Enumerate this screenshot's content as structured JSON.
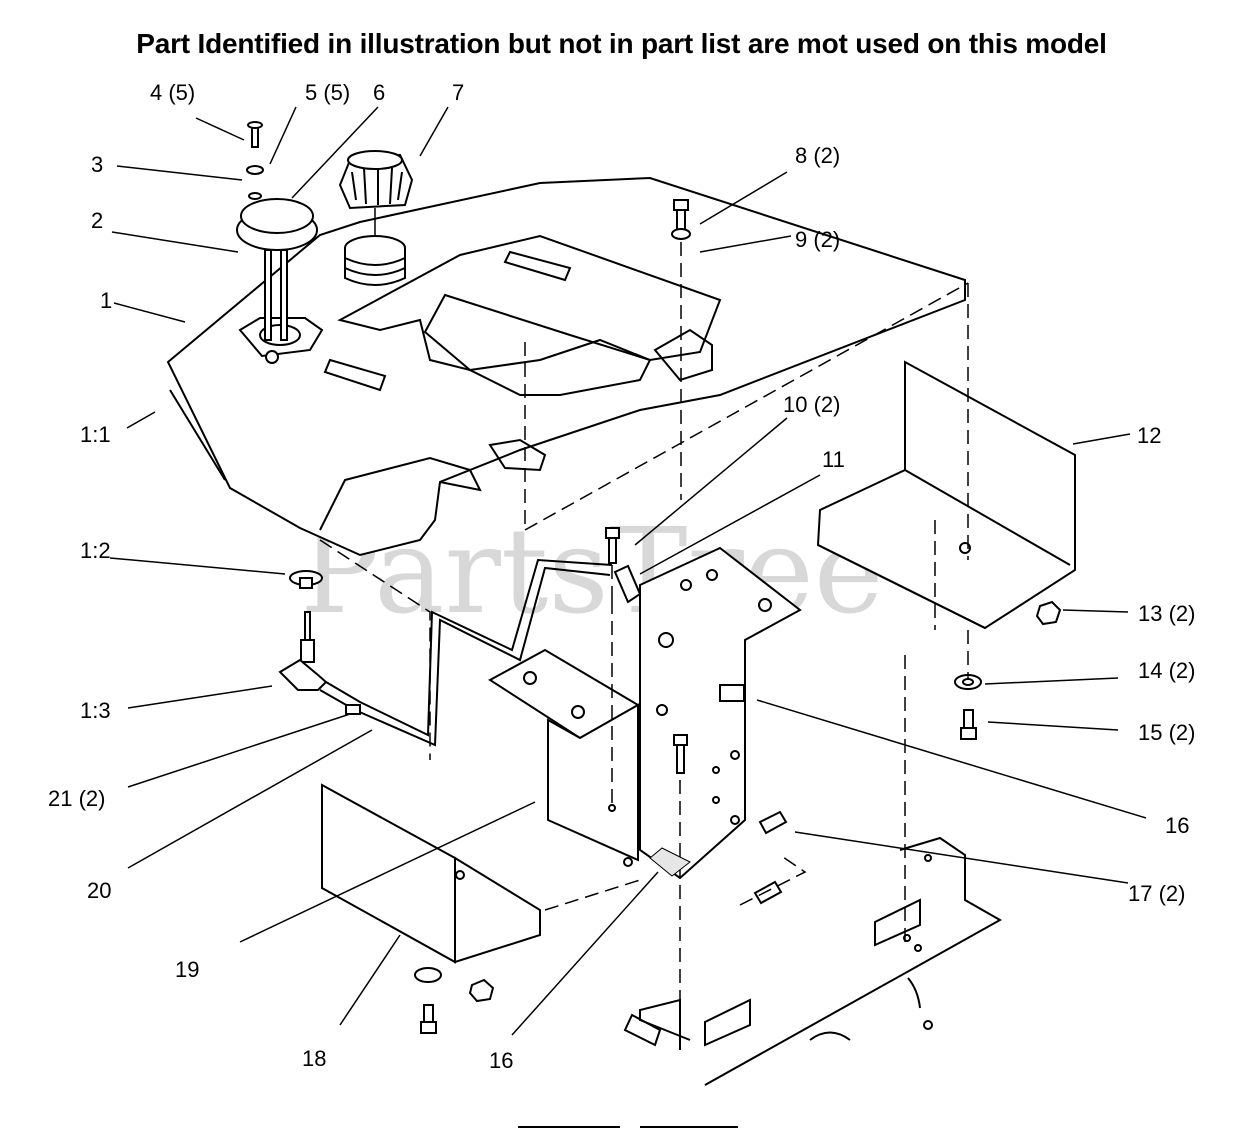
{
  "header": {
    "title": "Part Identified in illustration but not in part list are mot used on this model"
  },
  "watermark": {
    "text": "PartsTree",
    "trademark": "™"
  },
  "callouts": [
    {
      "id": "c1",
      "label": "1"
    },
    {
      "id": "c1-1",
      "label": "1:1"
    },
    {
      "id": "c1-2",
      "label": "1:2"
    },
    {
      "id": "c1-3",
      "label": "1:3"
    },
    {
      "id": "c2",
      "label": "2"
    },
    {
      "id": "c3",
      "label": "3"
    },
    {
      "id": "c4",
      "label": "4 (5)"
    },
    {
      "id": "c5",
      "label": "5 (5)"
    },
    {
      "id": "c6",
      "label": "6"
    },
    {
      "id": "c7",
      "label": "7"
    },
    {
      "id": "c8",
      "label": "8 (2)"
    },
    {
      "id": "c9",
      "label": "9 (2)"
    },
    {
      "id": "c10",
      "label": "10 (2)"
    },
    {
      "id": "c11",
      "label": "11"
    },
    {
      "id": "c12",
      "label": "12"
    },
    {
      "id": "c13",
      "label": "13 (2)"
    },
    {
      "id": "c14",
      "label": "14 (2)"
    },
    {
      "id": "c15",
      "label": "15 (2)"
    },
    {
      "id": "c16a",
      "label": "16"
    },
    {
      "id": "c16b",
      "label": "16"
    },
    {
      "id": "c17",
      "label": "17 (2)"
    },
    {
      "id": "c18",
      "label": "18"
    },
    {
      "id": "c19",
      "label": "19"
    },
    {
      "id": "c20",
      "label": "20"
    },
    {
      "id": "c21",
      "label": "21 (2)"
    }
  ]
}
